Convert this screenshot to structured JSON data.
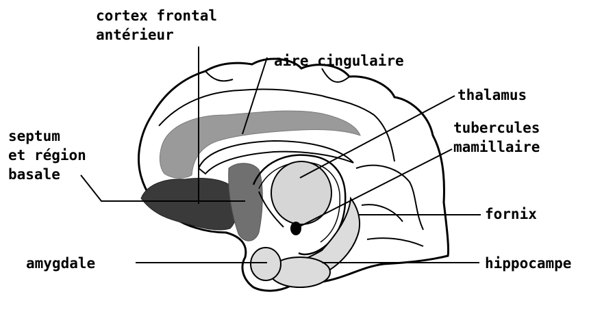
{
  "diagram": {
    "labels": {
      "cortex_line1": "cortex frontal",
      "cortex_line2": "antérieur",
      "cingulaire": "aire cingulaire",
      "thalamus": "thalamus",
      "tubercules_line1": "tubercules",
      "tubercules_line2": "mamillaire",
      "septum_line1": "septum",
      "septum_line2": "et région",
      "septum_line3": "basale",
      "fornix": "fornix",
      "amygdale": "amygdale",
      "hippocampe": "hippocampe"
    },
    "colors": {
      "outline": "#000000",
      "brain_fill": "#ffffff",
      "cingulate": "#9a9a9a",
      "frontal_dark": "#3a3a3a",
      "septum": "#707070",
      "thalamus": "#d6d6d6",
      "limbic_light": "#dcdcdc",
      "mamillary": "#000000"
    }
  }
}
